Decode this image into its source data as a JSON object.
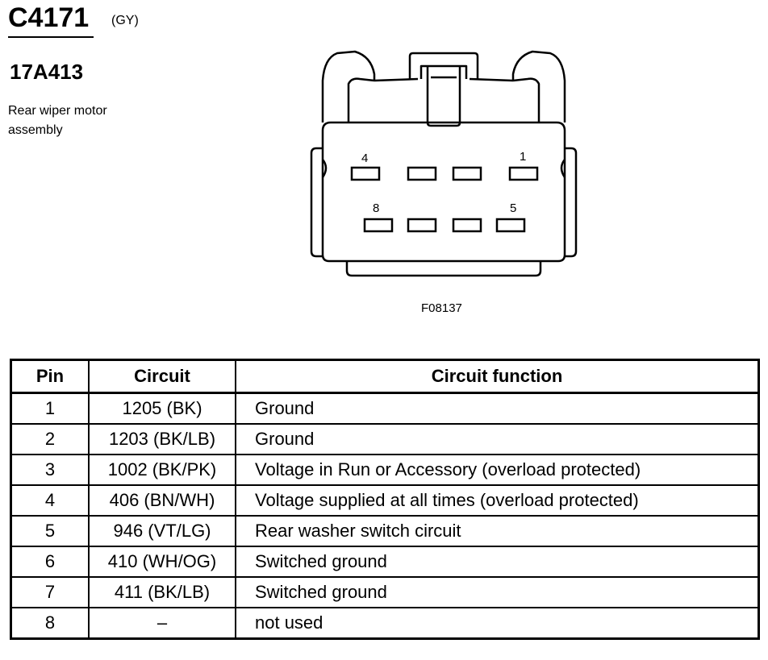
{
  "header": {
    "connector_id": "C4171",
    "connector_color": "(GY)",
    "part_number": "17A413",
    "part_description": "Rear wiper motor assembly"
  },
  "diagram": {
    "pin_labels": {
      "top_left": "4",
      "top_right": "1",
      "bottom_left": "8",
      "bottom_right": "5"
    },
    "figure_code": "F08137"
  },
  "table": {
    "headers": {
      "pin": "Pin",
      "circuit": "Circuit",
      "function": "Circuit function"
    },
    "rows": [
      {
        "pin": "1",
        "circuit": "1205 (BK)",
        "function": "Ground"
      },
      {
        "pin": "2",
        "circuit": "1203 (BK/LB)",
        "function": "Ground"
      },
      {
        "pin": "3",
        "circuit": "1002 (BK/PK)",
        "function": "Voltage in Run or Accessory (overload protected)"
      },
      {
        "pin": "4",
        "circuit": "406 (BN/WH)",
        "function": "Voltage supplied at all times (overload protected)"
      },
      {
        "pin": "5",
        "circuit": "946 (VT/LG)",
        "function": "Rear washer switch circuit"
      },
      {
        "pin": "6",
        "circuit": "410 (WH/OG)",
        "function": "Switched ground"
      },
      {
        "pin": "7",
        "circuit": "411 (BK/LB)",
        "function": "Switched ground"
      },
      {
        "pin": "8",
        "circuit": "–",
        "function": "not used"
      }
    ]
  }
}
